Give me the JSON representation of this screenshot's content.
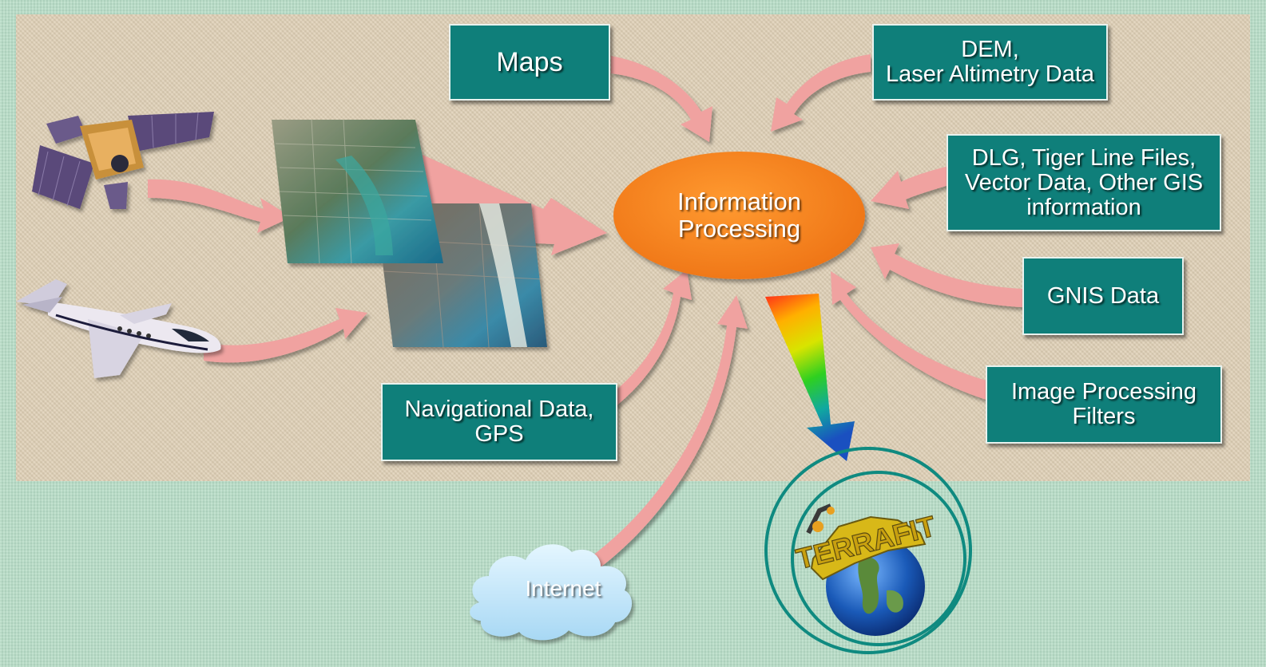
{
  "diagram": {
    "center": {
      "line1": "Information",
      "line2": "Processing"
    },
    "boxes": {
      "maps": {
        "line1": "Maps"
      },
      "dem": {
        "line1": "DEM,",
        "line2": "Laser Altimetry Data"
      },
      "dlg": {
        "line1": "DLG, Tiger Line Files,",
        "line2": "Vector Data, Other GIS",
        "line3": "information"
      },
      "gnis": {
        "line1": "GNIS Data"
      },
      "filters": {
        "line1": "Image Processing",
        "line2": "Filters"
      },
      "nav": {
        "line1": "Navigational Data,",
        "line2": "GPS"
      }
    },
    "cloud": {
      "label": "Internet"
    },
    "logo": {
      "text": "TERRAFIT"
    },
    "colors": {
      "box": "#0f7f7a",
      "arrow": "#f0a0a0",
      "ellipse": "#f07818",
      "panel": "#dfd0b6",
      "background": "#b6dcc6"
    },
    "icons": [
      "satellite-icon",
      "airplane-icon",
      "aerial-image-icon",
      "cloud-icon",
      "globe-logo-icon"
    ]
  }
}
